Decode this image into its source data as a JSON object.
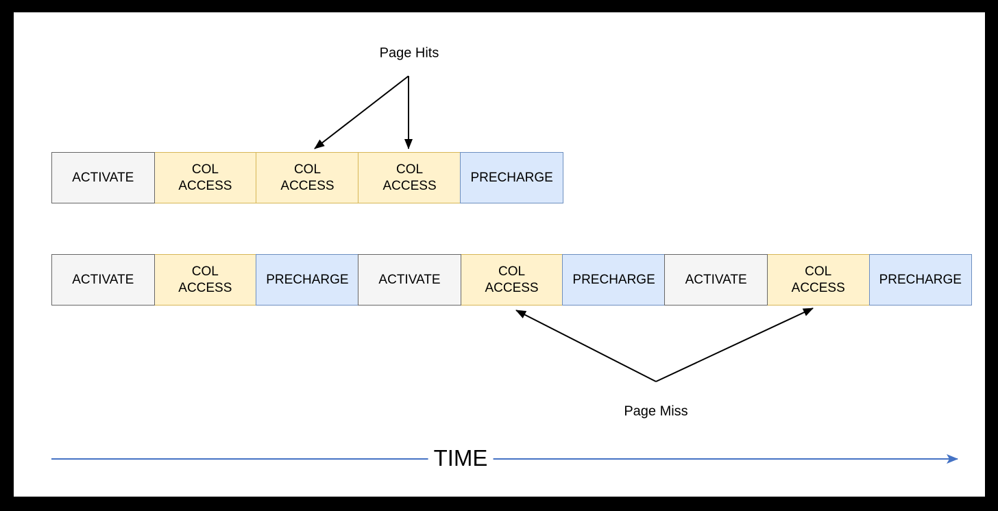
{
  "diagram": {
    "title_annotations": {
      "page_hits": "Page Hits",
      "page_miss": "Page Miss",
      "time_axis": "TIME"
    },
    "rows": [
      {
        "name": "page-hit-sequence",
        "boxes": [
          {
            "label": "ACTIVATE",
            "type": "activate"
          },
          {
            "label": "COL\nACCESS",
            "type": "col-access"
          },
          {
            "label": "COL\nACCESS",
            "type": "col-access"
          },
          {
            "label": "COL\nACCESS",
            "type": "col-access"
          },
          {
            "label": "PRECHARGE",
            "type": "precharge"
          }
        ]
      },
      {
        "name": "page-miss-sequence",
        "boxes": [
          {
            "label": "ACTIVATE",
            "type": "activate"
          },
          {
            "label": "COL\nACCESS",
            "type": "col-access"
          },
          {
            "label": "PRECHARGE",
            "type": "precharge"
          },
          {
            "label": "ACTIVATE",
            "type": "activate"
          },
          {
            "label": "COL\nACCESS",
            "type": "col-access"
          },
          {
            "label": "PRECHARGE",
            "type": "precharge"
          },
          {
            "label": "ACTIVATE",
            "type": "activate"
          },
          {
            "label": "COL\nACCESS",
            "type": "col-access"
          },
          {
            "label": "PRECHARGE",
            "type": "precharge"
          }
        ]
      }
    ],
    "colors": {
      "activate_fill": "#f5f5f5",
      "activate_border": "#666666",
      "col_access_fill": "#fff2cc",
      "col_access_border": "#d6b656",
      "precharge_fill": "#dae8fc",
      "precharge_border": "#6c8ebf",
      "annotation_arrow": "#000000",
      "time_arrow": "#4472c4",
      "frame": "#000000",
      "paper": "#ffffff"
    }
  }
}
